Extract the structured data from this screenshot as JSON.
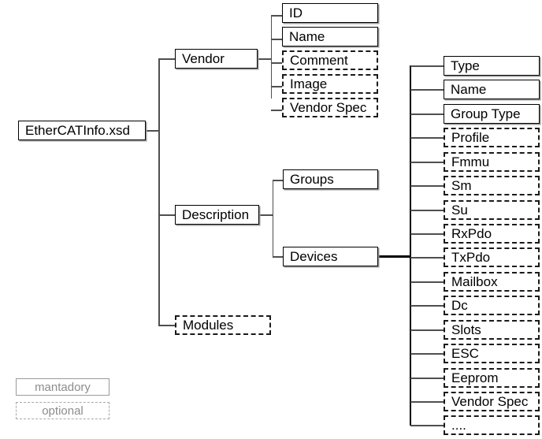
{
  "diagram": {
    "title": "EtherCATInfo.xsd",
    "root": {
      "label": "EtherCATInfo.xsd",
      "type": "mandatory"
    },
    "level1": [
      {
        "label": "Vendor",
        "type": "mandatory"
      },
      {
        "label": "Description",
        "type": "mandatory"
      },
      {
        "label": "Modules",
        "type": "optional"
      }
    ],
    "vendor_children": [
      {
        "label": "ID",
        "type": "mandatory"
      },
      {
        "label": "Name",
        "type": "mandatory"
      },
      {
        "label": "Comment",
        "type": "optional"
      },
      {
        "label": "Image",
        "type": "optional"
      },
      {
        "label": "Vendor Spec",
        "type": "optional"
      }
    ],
    "description_children": [
      {
        "label": "Groups",
        "type": "mandatory"
      },
      {
        "label": "Devices",
        "type": "mandatory"
      }
    ],
    "devices_children": [
      {
        "label": "Type",
        "type": "mandatory"
      },
      {
        "label": "Name",
        "type": "mandatory"
      },
      {
        "label": "Group Type",
        "type": "mandatory"
      },
      {
        "label": "Profile",
        "type": "optional"
      },
      {
        "label": "Fmmu",
        "type": "optional"
      },
      {
        "label": "Sm",
        "type": "optional"
      },
      {
        "label": "Su",
        "type": "optional"
      },
      {
        "label": "RxPdo",
        "type": "optional"
      },
      {
        "label": "TxPdo",
        "type": "optional"
      },
      {
        "label": "Mailbox",
        "type": "optional"
      },
      {
        "label": "Dc",
        "type": "optional"
      },
      {
        "label": "Slots",
        "type": "optional"
      },
      {
        "label": "ESC",
        "type": "optional"
      },
      {
        "label": "Eeprom",
        "type": "optional"
      },
      {
        "label": "Vendor Spec",
        "type": "optional"
      },
      {
        "label": "....",
        "type": "optional"
      }
    ],
    "legend": [
      {
        "label": "mantadory",
        "type": "mandatory"
      },
      {
        "label": "optional",
        "type": "optional"
      }
    ],
    "colors": {
      "box_border": "#000000",
      "box_shadow": "#9a9a9a",
      "edge": "#4f4f4f",
      "edge_thick": "#000000",
      "text": "#000000",
      "legend_text": "#8c8c8c",
      "background": "#ffffff"
    }
  }
}
